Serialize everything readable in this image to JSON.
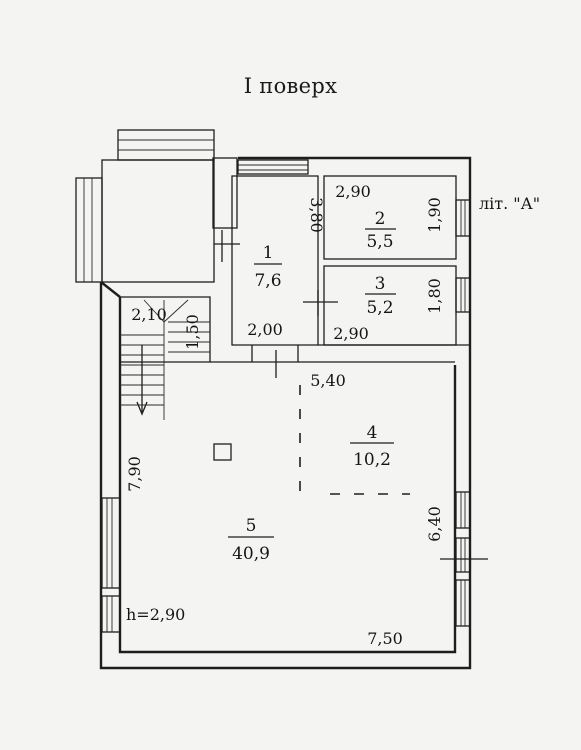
{
  "floor_title": "I поверх",
  "building_letter_label": "літ. \"А\"",
  "height_label": "h=2,90",
  "rooms": [
    {
      "number": "1",
      "area": "7,6"
    },
    {
      "number": "2",
      "area": "5,5"
    },
    {
      "number": "3",
      "area": "5,2"
    },
    {
      "number": "4",
      "area": "10,2"
    },
    {
      "number": "5",
      "area": "40,9"
    }
  ],
  "dimensions": {
    "room1_height": "3,80",
    "room2_width": "2,90",
    "room2_height": "1,90",
    "room3_height": "1,80",
    "room3_width": "2,90",
    "room1_width": "2,00",
    "stair_width": "2,10",
    "stair_height": "1,50",
    "room4_width": "5,40",
    "left_length": "7,90",
    "right_length": "6,40",
    "bottom_length": "7,50"
  }
}
